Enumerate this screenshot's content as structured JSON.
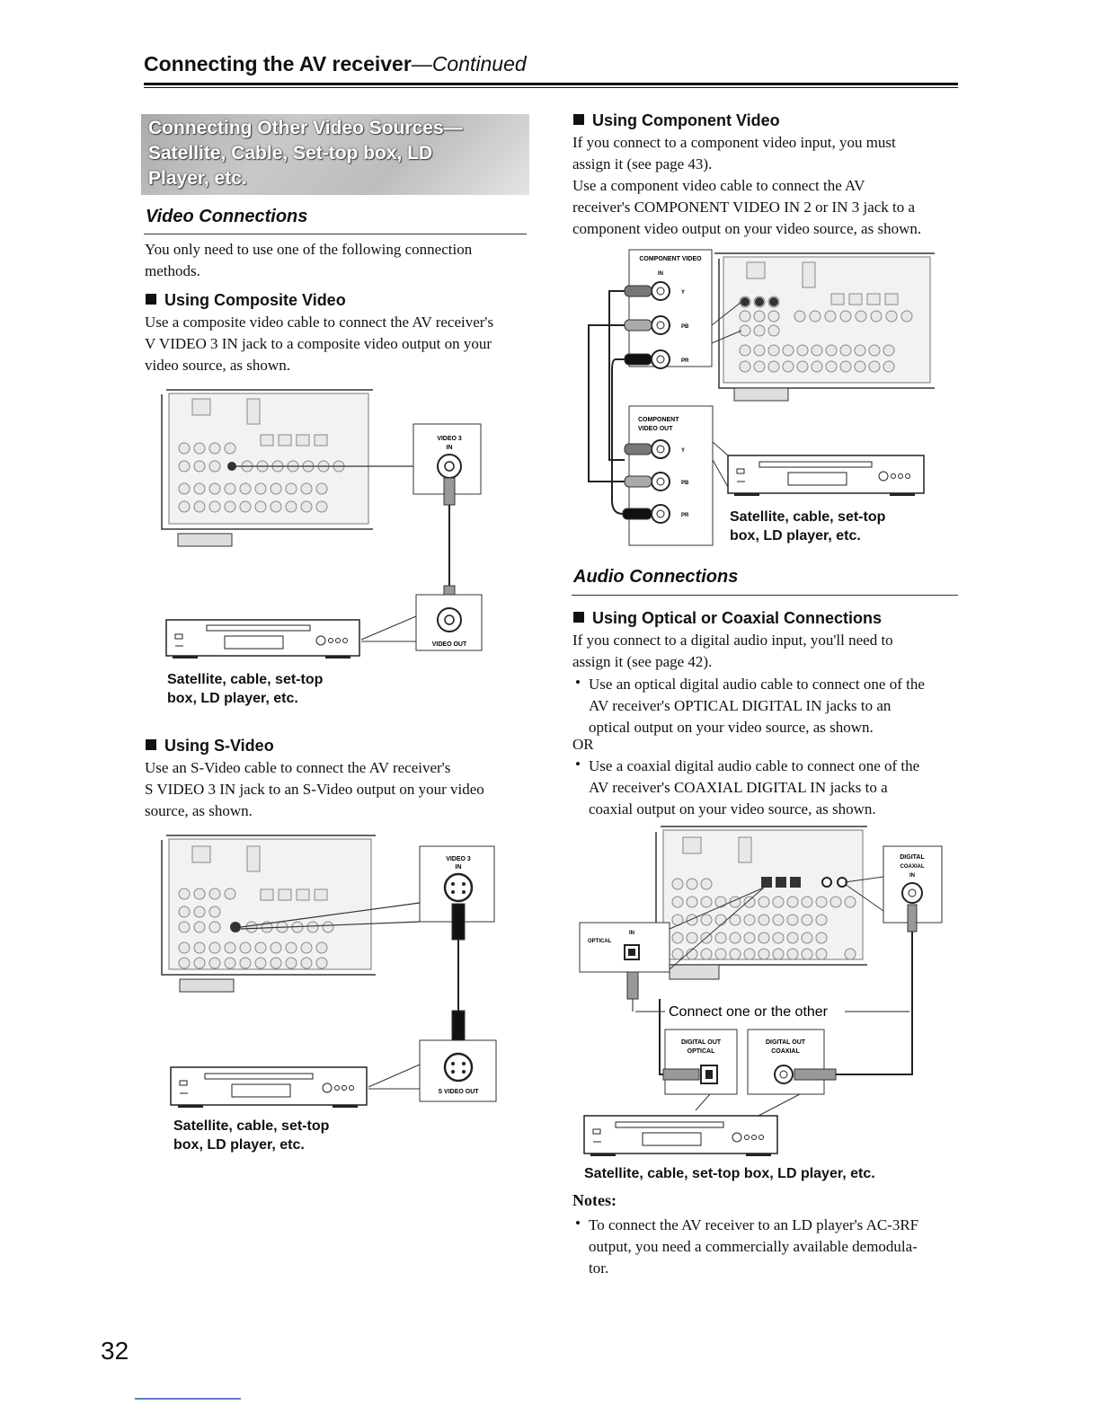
{
  "header": {
    "title": "Connecting the AV receiver",
    "continued": "—Continued"
  },
  "section_title": "Connecting Other Video Sources—\nSatellite, Cable, Set-top box, LD\nPlayer, etc.",
  "video_connections": {
    "heading": "Video Connections",
    "intro": "You only need to use one of the following connection\nmethods.",
    "composite": {
      "heading": "Using Composite Video",
      "body": "Use a composite video cable to connect the AV receiver's\nV VIDEO 3 IN jack to a composite video output on your\nvideo source, as shown.",
      "jack_in_label_1": "VIDEO 3",
      "jack_in_label_2": "IN",
      "jack_out_label": "VIDEO OUT",
      "caption": "Satellite, cable, set-top\nbox, LD player, etc."
    },
    "svideo": {
      "heading": "Using S-Video",
      "body": "Use an S-Video cable to connect the AV receiver's\nS VIDEO 3 IN jack to an S-Video output on your video\nsource, as shown.",
      "jack_in_label_1": "VIDEO 3",
      "jack_in_label_2": "IN",
      "jack_out_label": "S VIDEO OUT",
      "caption": "Satellite, cable, set-top\nbox, LD player, etc."
    },
    "component": {
      "heading": "Using Component Video",
      "body": "If you connect to a component video input, you must\nassign it (see page 43).\nUse a component video cable to connect the AV\nreceiver's COMPONENT VIDEO IN 2 or IN 3 jack to a\ncomponent video output on your video source, as shown.",
      "in_label_1": "COMPONENT VIDEO",
      "in_label_2": "IN",
      "out_label_1": "COMPONENT",
      "out_label_2": "VIDEO OUT",
      "y": "Y",
      "pb": "PB",
      "pr": "PR",
      "caption": "Satellite, cable, set-top\nbox, LD player, etc."
    }
  },
  "audio_connections": {
    "heading": "Audio Connections",
    "optical_coaxial": {
      "heading": "Using Optical or Coaxial Connections",
      "body": "If you connect to a digital audio input, you'll need to\nassign it (see page 42).",
      "bullet1": "Use an optical digital audio cable to connect one of the\nAV receiver's OPTICAL DIGITAL IN jacks to an\noptical output on your video source, as shown.",
      "or": "OR",
      "bullet2": "Use a coaxial digital audio cable to connect one of the\nAV receiver's COAXIAL DIGITAL IN jacks to a\ncoaxial output on your video source, as shown.",
      "digital_in_1": "DIGITAL",
      "digital_in_2": "COAXIAL",
      "digital_in_3": "IN",
      "optical_label": "OPTICAL",
      "optical_in": "IN",
      "connect_text": "Connect one or the other",
      "out_optical_1": "DIGITAL OUT",
      "out_optical_2": "OPTICAL",
      "out_coaxial_1": "DIGITAL OUT",
      "out_coaxial_2": "COAXIAL",
      "caption": "Satellite, cable, set-top box, LD player, etc."
    }
  },
  "notes": {
    "heading": "Notes:",
    "items": [
      "To connect the AV receiver to an LD player's AC-3RF\noutput, you need a commercially available demodula-\ntor."
    ]
  },
  "page_number": "32"
}
